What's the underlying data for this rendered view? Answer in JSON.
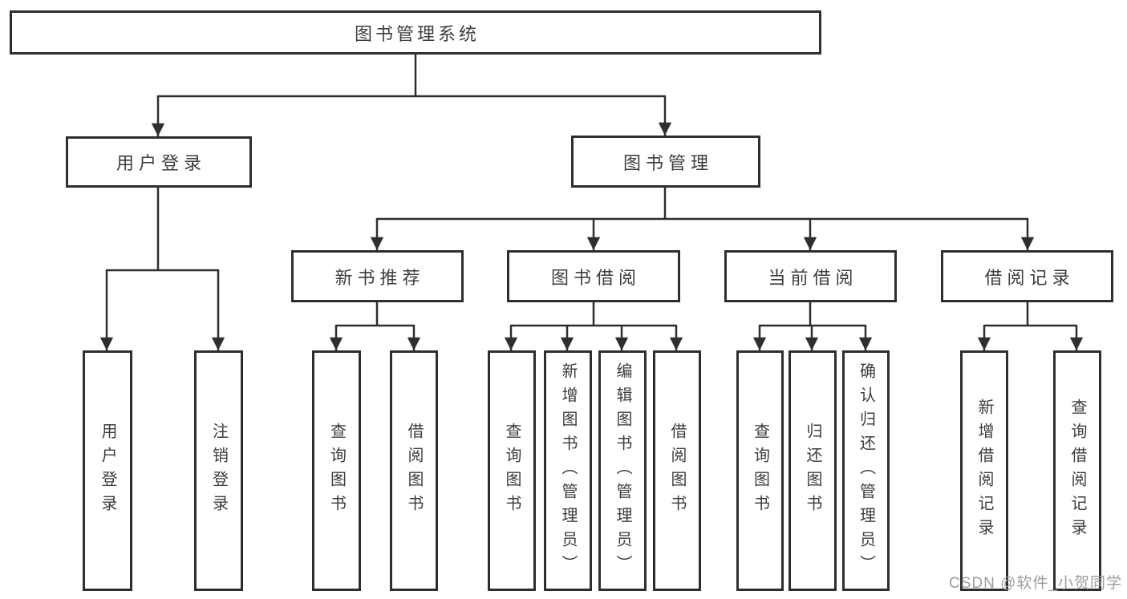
{
  "diagram": {
    "root": "图书管理系统",
    "branches": [
      {
        "label": "用户登录",
        "children": [
          "用户登录",
          "注销登录"
        ]
      },
      {
        "label": "图书管理",
        "sections": [
          {
            "label": "新书推荐",
            "children": [
              "查询图书",
              "借阅图书"
            ]
          },
          {
            "label": "图书借阅",
            "children": [
              "查询图书",
              "新增图书（管理员）",
              "编辑图书（管理员）",
              "借阅图书"
            ]
          },
          {
            "label": "当前借阅",
            "children": [
              "查询图书",
              "归还图书",
              "确认归还（管理员）"
            ]
          },
          {
            "label": "借阅记录",
            "children": [
              "新增借阅记录",
              "查询借阅记录"
            ]
          }
        ]
      }
    ]
  },
  "watermark": "CSDN @软件_小贺同学",
  "colors": {
    "line": "#2e2e2e",
    "box_border": "#2e2e2e",
    "text": "#3d3d3d",
    "watermark": "#9c9c9c",
    "background": "#ffffff"
  }
}
